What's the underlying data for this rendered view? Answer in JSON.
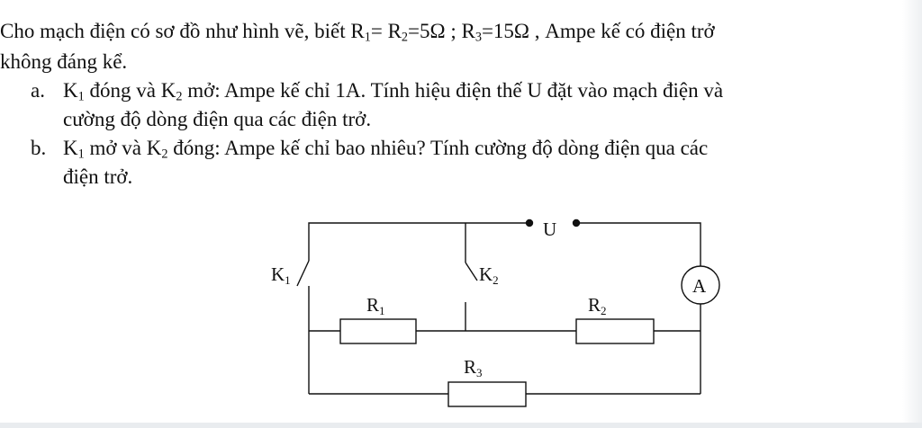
{
  "problem": {
    "intro_line1": {
      "t1": "Cho mạch điện có sơ đồ như hình vẽ, biết R",
      "s1": "1",
      "t2": "= R",
      "s2": "2",
      "t3": "=5Ω ; R",
      "s3": "3",
      "t4": "=15Ω , Ampe kế có điện trở"
    },
    "intro_line2": "không đáng kể.",
    "item_a": {
      "label": "a.",
      "line1": {
        "t1": "K",
        "s1": "1",
        "t2": " đóng và K",
        "s2": "2",
        "t3": " mở: Ampe kế chỉ 1A. Tính hiệu điện thế U đặt vào mạch điện và"
      },
      "line2": "cường độ dòng điện qua các điện trở."
    },
    "item_b": {
      "label": "b.",
      "line1": {
        "t1": "K",
        "s1": "1",
        "t2": " mở và K",
        "s2": "2",
        "t3": " đóng: Ampe kế chỉ bao nhiêu? Tính cường độ dòng điện qua các"
      },
      "line2": "điện trở."
    }
  },
  "circuit": {
    "u_label": "U",
    "ammeter_label": "A",
    "k1": {
      "main": "K",
      "sub": "1"
    },
    "k2": {
      "main": "K",
      "sub": "2"
    },
    "r1": {
      "main": "R",
      "sub": "1"
    },
    "r2": {
      "main": "R",
      "sub": "2"
    },
    "r3": {
      "main": "R",
      "sub": "3"
    }
  },
  "colors": {
    "ink": "#111111",
    "background": "#ffffff"
  }
}
